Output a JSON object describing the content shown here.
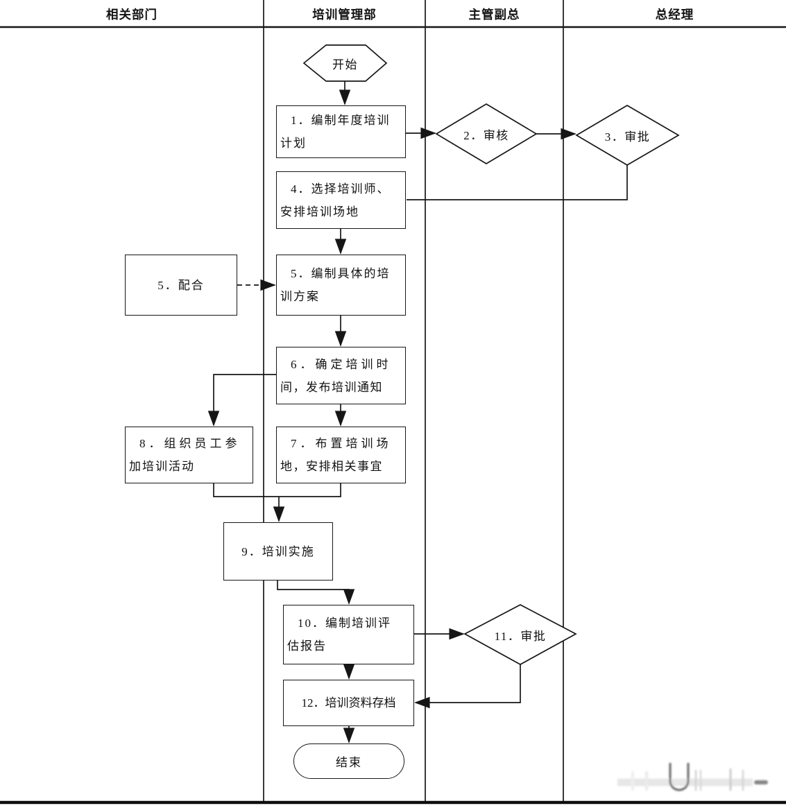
{
  "lanes": [
    {
      "label": "相关部门"
    },
    {
      "label": "培训管理部"
    },
    {
      "label": "主管副总"
    },
    {
      "label": "总经理"
    }
  ],
  "nodes": {
    "start": {
      "label": "开始"
    },
    "step1": {
      "lines": [
        "1．编制年度培训",
        "计划"
      ]
    },
    "step2": {
      "label": "2．审核"
    },
    "step3": {
      "label": "3．审批"
    },
    "step4": {
      "lines": [
        "4．选择培训师、",
        "安排培训场地"
      ]
    },
    "step5_cooperate": {
      "label": "5．配合"
    },
    "step5_plan": {
      "lines": [
        "5．编制具体的培",
        "训方案"
      ]
    },
    "step6": {
      "lines": [
        "6．确定培训时",
        "间，发布培训通知"
      ]
    },
    "step7": {
      "lines": [
        "7．布置培训场",
        "地，安排相关事宜"
      ]
    },
    "step8": {
      "lines": [
        "8．组织员工参",
        "加培训活动"
      ]
    },
    "step9": {
      "label": "9．培训实施"
    },
    "step10": {
      "lines": [
        "10．编制培训评",
        "估报告"
      ]
    },
    "step11": {
      "label": "11．审批"
    },
    "step12": {
      "label": "12．培训资料存档"
    },
    "end": {
      "label": "结束"
    }
  },
  "colors": {
    "line": "#161616",
    "background": "#ffffff"
  }
}
